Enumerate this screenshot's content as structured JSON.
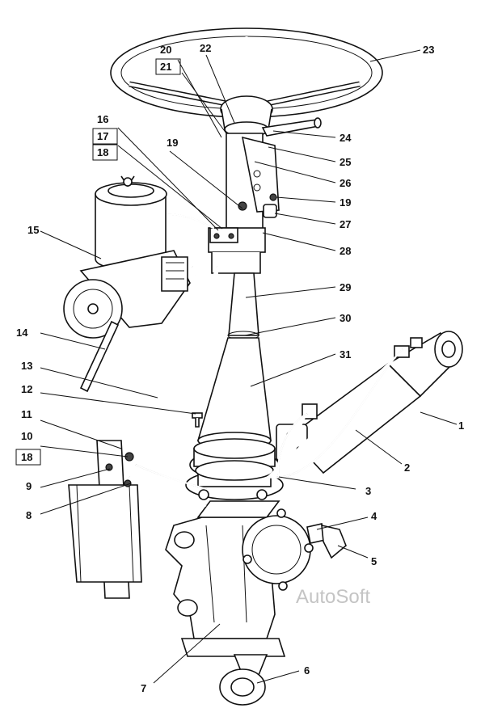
{
  "watermark": "AutoSoft",
  "callouts": [
    {
      "id": "c1",
      "text": "1"
    },
    {
      "id": "c2",
      "text": "2"
    },
    {
      "id": "c3",
      "text": "3"
    },
    {
      "id": "c4",
      "text": "4"
    },
    {
      "id": "c5",
      "text": "5"
    },
    {
      "id": "c6",
      "text": "6"
    },
    {
      "id": "c7",
      "text": "7"
    },
    {
      "id": "c8",
      "text": "8"
    },
    {
      "id": "c9",
      "text": "9"
    },
    {
      "id": "c10",
      "text": "10"
    },
    {
      "id": "c18b",
      "text": "18"
    },
    {
      "id": "c11",
      "text": "11"
    },
    {
      "id": "c12",
      "text": "12"
    },
    {
      "id": "c13",
      "text": "13"
    },
    {
      "id": "c14",
      "text": "14"
    },
    {
      "id": "c15",
      "text": "15"
    },
    {
      "id": "c16",
      "text": "16"
    },
    {
      "id": "c17",
      "text": "17"
    },
    {
      "id": "c18",
      "text": "18"
    },
    {
      "id": "c19a",
      "text": "19"
    },
    {
      "id": "c19b",
      "text": "19"
    },
    {
      "id": "c20",
      "text": "20"
    },
    {
      "id": "c21",
      "text": "21"
    },
    {
      "id": "c22",
      "text": "22"
    },
    {
      "id": "c23",
      "text": "23"
    },
    {
      "id": "c24",
      "text": "24"
    },
    {
      "id": "c25",
      "text": "25"
    },
    {
      "id": "c26",
      "text": "26"
    },
    {
      "id": "c27",
      "text": "27"
    },
    {
      "id": "c28",
      "text": "28"
    },
    {
      "id": "c29",
      "text": "29"
    },
    {
      "id": "c30",
      "text": "30"
    },
    {
      "id": "c31",
      "text": "31"
    }
  ]
}
